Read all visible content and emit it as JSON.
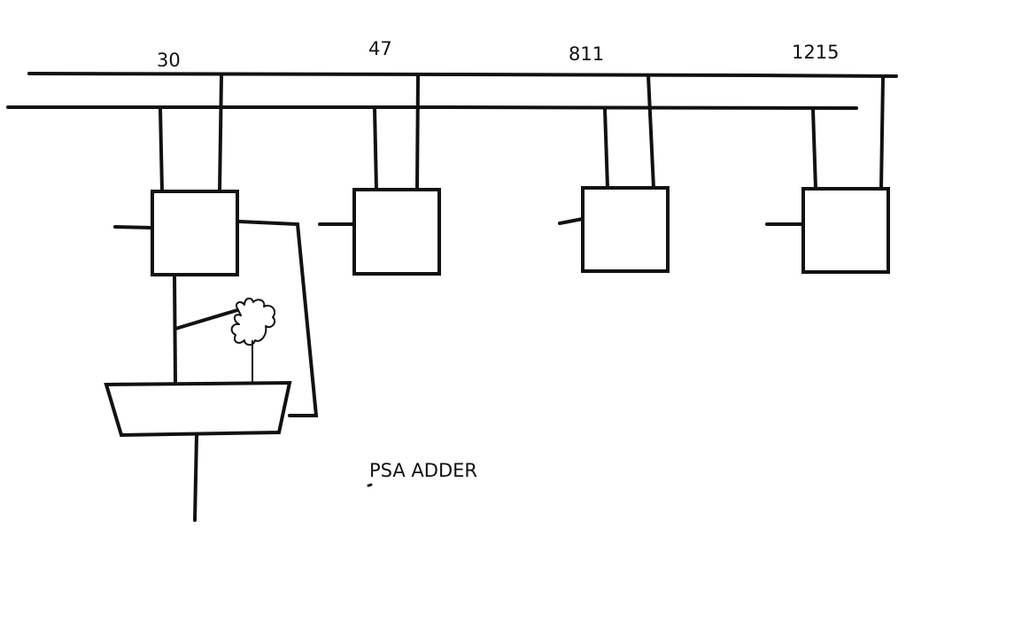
{
  "diagram": {
    "bus_labels": [
      "30",
      "47",
      "811",
      "1215"
    ],
    "caption": "PSA ADDER"
  },
  "colors": {
    "ink": "#111111",
    "background": "#ffffff"
  }
}
